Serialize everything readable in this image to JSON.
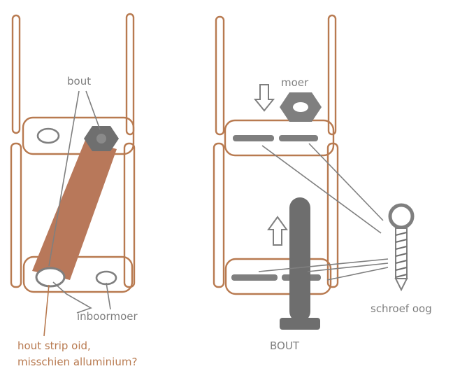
{
  "labels": {
    "bout_top": "bout",
    "inboormoer": "inboormoer",
    "hout_line1": "hout strip oid,",
    "hout_line2": "misschien alluminium?",
    "moer": "moer",
    "schroef_oog": "schroef oog",
    "bout_big": "BOUT"
  },
  "colors": {
    "frame": "#b87a50",
    "strip": "#b8785a",
    "part_gray": "#7f7f7f",
    "background": "#ffffff"
  },
  "icons": {
    "arrow_down": "hollow-down-arrow",
    "arrow_up": "hollow-up-arrow",
    "hex_nut": "hex-nut",
    "eye_screw": "eye-screw",
    "bolt": "t-bolt"
  }
}
